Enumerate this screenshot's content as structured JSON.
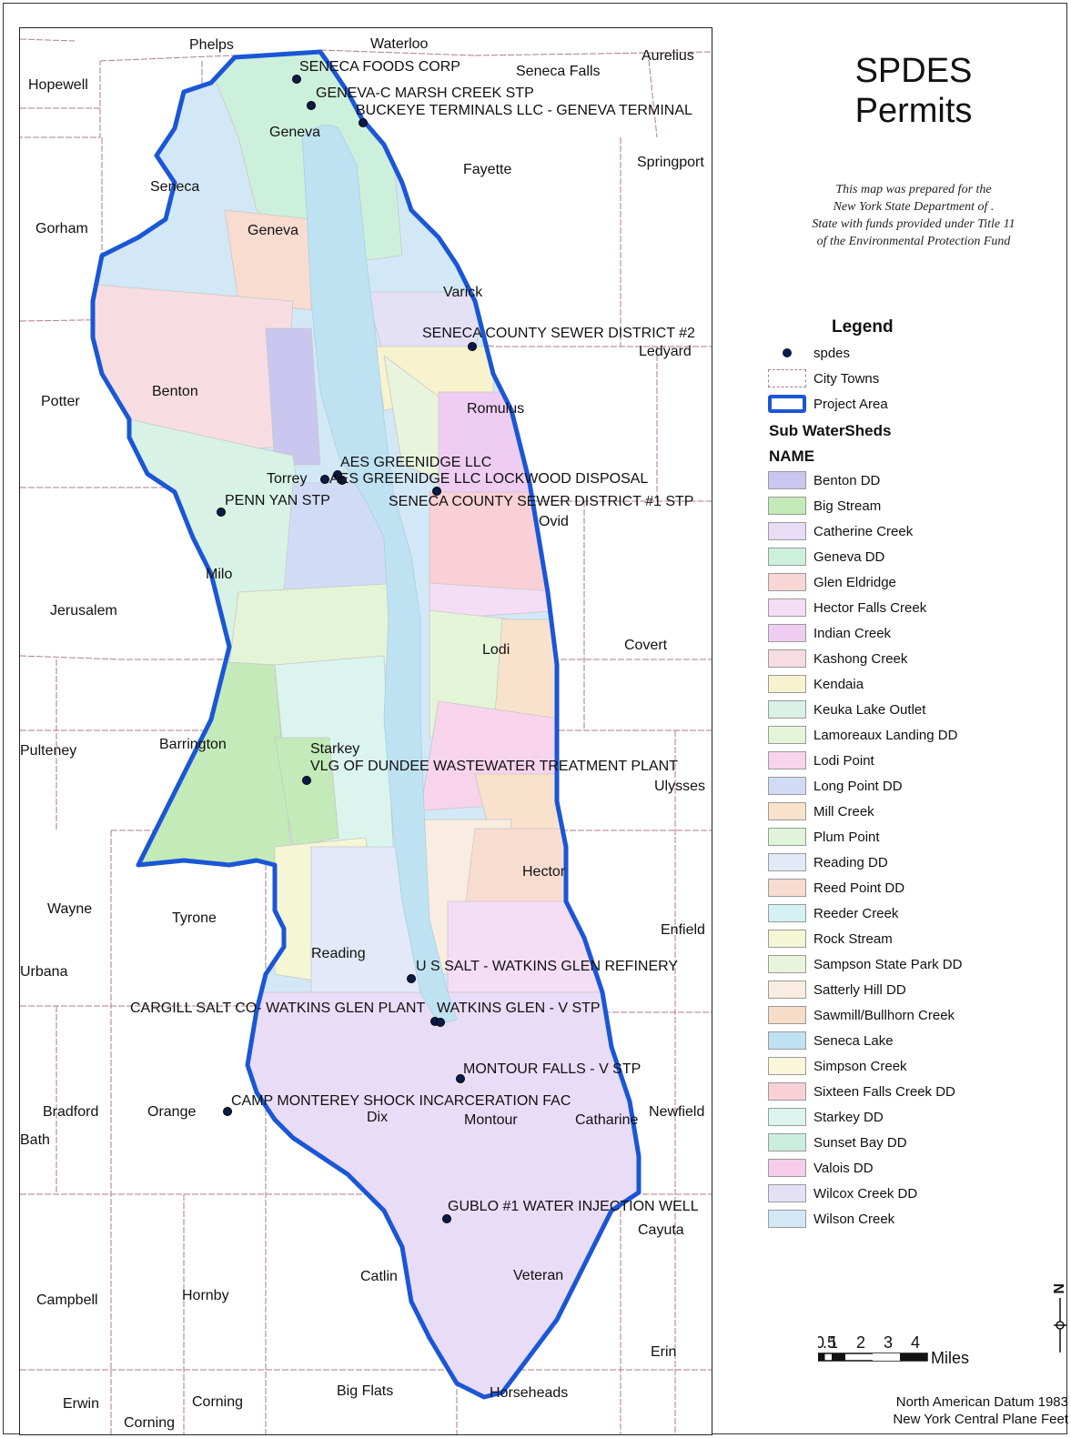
{
  "title": {
    "line1": "SPDES",
    "line2": "Permits"
  },
  "credit": {
    "line1": "This map was prepared for the",
    "line2": "New York State Department of .",
    "line3": "State with funds provided under Title 11",
    "line4": "of the Environmental Protection Fund"
  },
  "legend": {
    "title": "Legend",
    "spdes": "spdes",
    "city_towns": "City Towns",
    "project_area": "Project Area",
    "subwatersheds_heading": "Sub WaterSheds",
    "name_heading": "NAME",
    "watersheds": [
      {
        "name": "Benton DD",
        "color": "#c9c6ef"
      },
      {
        "name": "Big Stream",
        "color": "#c3eab8"
      },
      {
        "name": "Catherine Creek",
        "color": "#e9dcf6"
      },
      {
        "name": "Geneva DD",
        "color": "#cdf0dc"
      },
      {
        "name": "Glen Eldridge",
        "color": "#f8d6d6"
      },
      {
        "name": "Hector Falls Creek",
        "color": "#f5ddf6"
      },
      {
        "name": "Indian Creek",
        "color": "#efcdf3"
      },
      {
        "name": "Kashong Creek",
        "color": "#f7dde2"
      },
      {
        "name": "Kendaia",
        "color": "#f8f3cf"
      },
      {
        "name": "Keuka Lake Outlet",
        "color": "#d8f2e5"
      },
      {
        "name": "Lamoreaux Landing DD",
        "color": "#e4f4d6"
      },
      {
        "name": "Lodi Point",
        "color": "#f8d4ec"
      },
      {
        "name": "Long Point DD",
        "color": "#d2dbf6"
      },
      {
        "name": "Mill Creek",
        "color": "#f8e2cb"
      },
      {
        "name": "Plum Point",
        "color": "#dff4d9"
      },
      {
        "name": "Reading DD",
        "color": "#e3e9f8"
      },
      {
        "name": "Reed Point DD",
        "color": "#f8dcd0"
      },
      {
        "name": "Reeder Creek",
        "color": "#d4f1f4"
      },
      {
        "name": "Rock Stream",
        "color": "#f5f6d4"
      },
      {
        "name": "Sampson State Park DD",
        "color": "#e8f4dc"
      },
      {
        "name": "Satterly Hill DD",
        "color": "#f9ece0"
      },
      {
        "name": "Sawmill/Bullhorn Creek",
        "color": "#f7dcc8"
      },
      {
        "name": "Seneca Lake",
        "color": "#bfe2f2"
      },
      {
        "name": "Simpson Creek",
        "color": "#faf6da"
      },
      {
        "name": "Sixteen Falls Creek DD",
        "color": "#f8d0d6"
      },
      {
        "name": "Starkey DD",
        "color": "#dcf4ee"
      },
      {
        "name": "Sunset Bay DD",
        "color": "#c9eedf"
      },
      {
        "name": "Valois DD",
        "color": "#f5cdeb"
      },
      {
        "name": "Wilcox Creek DD",
        "color": "#e4e0f6"
      },
      {
        "name": "Wilson Creek",
        "color": "#d3e8f7"
      }
    ]
  },
  "colors": {
    "project_area": "#1a56d6",
    "city_towns": "#b07a86",
    "spdes": "#0b1a4a"
  },
  "scale": {
    "ticks": [
      "0",
      ".5",
      "1",
      "2",
      "3",
      "4"
    ],
    "unit": "Miles"
  },
  "north_arrow": "N",
  "datum": {
    "line1": "North American Datum 1983",
    "line2": "New York Central Plane Feet"
  },
  "towns": [
    "Phelps",
    "Waterloo",
    "Aurelius",
    "Hopewell",
    "Seneca Falls",
    "Geneva",
    "Fayette",
    "Springport",
    "Seneca",
    "Gorham",
    "Geneva",
    "Varick",
    "Ledyard",
    "Potter",
    "Benton",
    "Romulus",
    "Torrey",
    "Ovid",
    "Milo",
    "Jerusalem",
    "Lodi",
    "Covert",
    "Pulteney",
    "Barrington",
    "Starkey",
    "Ulysses",
    "Hector",
    "Wayne",
    "Tyrone",
    "Enfield",
    "Urbana",
    "Reading",
    "Bradford",
    "Orange",
    "Dix",
    "Montour",
    "Catharine",
    "Newfield",
    "Bath",
    "Cayuta",
    "Catlin",
    "Veteran",
    "Campbell",
    "Hornby",
    "Erin",
    "Big Flats",
    "Horseheads",
    "Erwin",
    "Corning",
    "Corning"
  ],
  "permits": [
    "SENECA FOODS CORP",
    "GENEVA-C MARSH CREEK STP",
    "BUCKEYE TERMINALS LLC - GENEVA TERMINAL",
    "SENECA COUNTY SEWER DISTRICT #2",
    "AES GREENIDGE LLC",
    "AES GREENIDGE LLC LOCKWOOD DISPOSAL",
    "SENECA COUNTY SEWER DISTRICT #1 STP",
    "PENN YAN STP",
    "VLG OF DUNDEE WASTEWATER TREATMENT PLANT",
    "U S SALT - WATKINS GLEN REFINERY",
    "CARGILL SALT CO- WATKINS GLEN PLANT",
    "WATKINS GLEN - V STP",
    "MONTOUR FALLS - V STP",
    "CAMP MONTEREY SHOCK INCARCERATION FAC",
    "GUBLO #1 WATER INJECTION WELL"
  ]
}
